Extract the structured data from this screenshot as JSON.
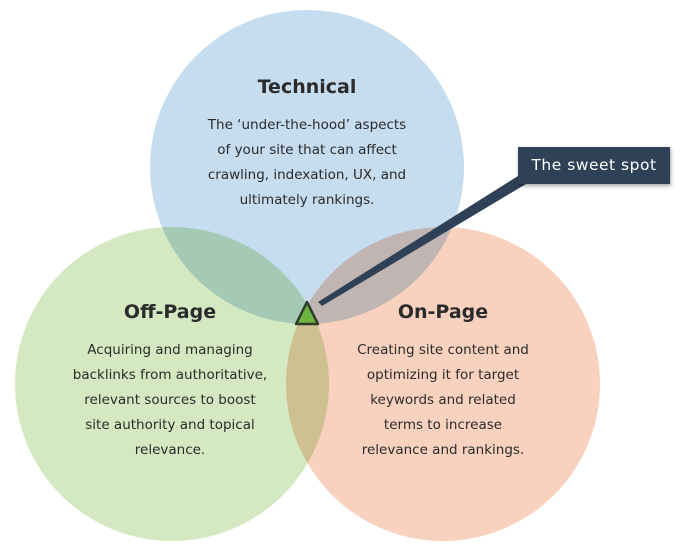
{
  "circles": [
    {
      "id": "technical",
      "title": "Technical",
      "color": "#c6dcef",
      "lines": [
        "The ‘under-the-hood’ aspects",
        "of your site that can affect",
        "crawling, indexation, UX, and",
        "ultimately rankings."
      ]
    },
    {
      "id": "off-page",
      "title": "Off-Page",
      "color": "#d4e9c1",
      "lines": [
        "Acquiring and managing",
        "backlinks from authoritative,",
        "relevant sources to boost",
        "site authority and topical",
        "relevance."
      ]
    },
    {
      "id": "on-page",
      "title": "On-Page",
      "color": "#f8d2be",
      "lines": [
        "Creating site content and",
        "optimizing it for target",
        "keywords and related",
        "terms to increase",
        "relevance and rankings."
      ]
    }
  ],
  "callout": {
    "label": "The sweet spot",
    "color": "#2f4157",
    "marker_color": "#6db33f"
  }
}
